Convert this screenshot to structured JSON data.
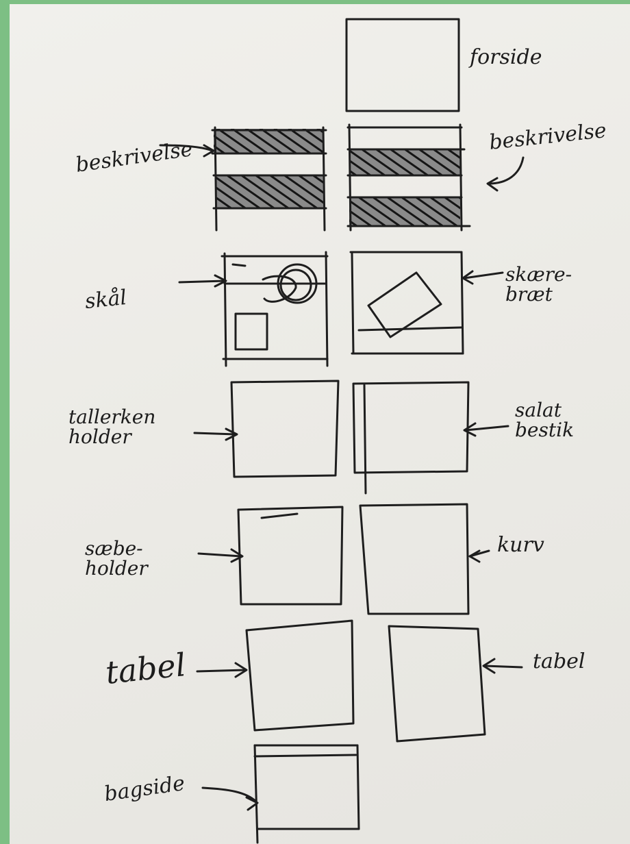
{
  "labels": {
    "forside": "forside",
    "beskrivelse_left": "beskrivelse",
    "beskrivelse_right": "beskrivelse",
    "skaal": "skål",
    "skaerebraet": "skære-\nbræt",
    "tallerkenholder": "tallerken\nholder",
    "salatbestik": "salat\nbestik",
    "saebeholder": "sæbe-\nholder",
    "kurv": "kurv",
    "tabel_left": "tabel",
    "tabel_right": "tabel",
    "bagside": "bagside"
  }
}
